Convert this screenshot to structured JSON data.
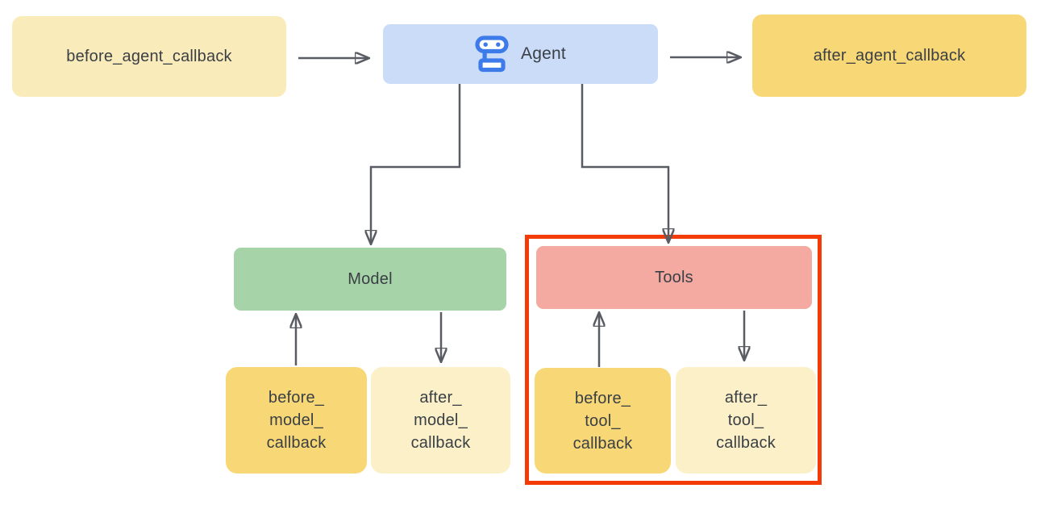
{
  "diagram": {
    "title_hint": "agent-callbacks-flow",
    "nodes": {
      "before_agent_callback": {
        "label": "before_agent_callback"
      },
      "agent": {
        "label": "Agent",
        "icon": "robot-icon"
      },
      "after_agent_callback": {
        "label": "after_agent_callback"
      },
      "model": {
        "label": "Model"
      },
      "tools": {
        "label": "Tools"
      },
      "before_model_callback": {
        "label": "before_\nmodel_\ncallback"
      },
      "after_model_callback": {
        "label": "after_\nmodel_\ncallback"
      },
      "before_tool_callback": {
        "label": "before_\ntool_\ncallback"
      },
      "after_tool_callback": {
        "label": "after_\ntool_\ncallback"
      }
    },
    "connectors": [
      {
        "from": "before_agent_callback",
        "to": "agent"
      },
      {
        "from": "agent",
        "to": "after_agent_callback"
      },
      {
        "from": "agent",
        "to": "model"
      },
      {
        "from": "agent",
        "to": "tools"
      },
      {
        "from": "before_model_callback",
        "to": "model"
      },
      {
        "from": "model",
        "to": "after_model_callback"
      },
      {
        "from": "before_tool_callback",
        "to": "tools"
      },
      {
        "from": "tools",
        "to": "after_tool_callback"
      }
    ],
    "highlight": {
      "around": "tools-group",
      "color": "#f33b08"
    },
    "colors": {
      "agent_fill": "#cbdcf8",
      "agent_icon_blue": "#3d7bea",
      "model_fill": "#a6d4a8",
      "tools_fill": "#f4a9a1",
      "callback_gold_fill": "#f8d876",
      "callback_cream_fill": "#fbf0c8",
      "callback_light_cream_fill": "#faecba",
      "highlight_border": "#f33b08",
      "arrow": "#595c62",
      "text": "#3a3f45",
      "background": "#ffffff"
    }
  }
}
